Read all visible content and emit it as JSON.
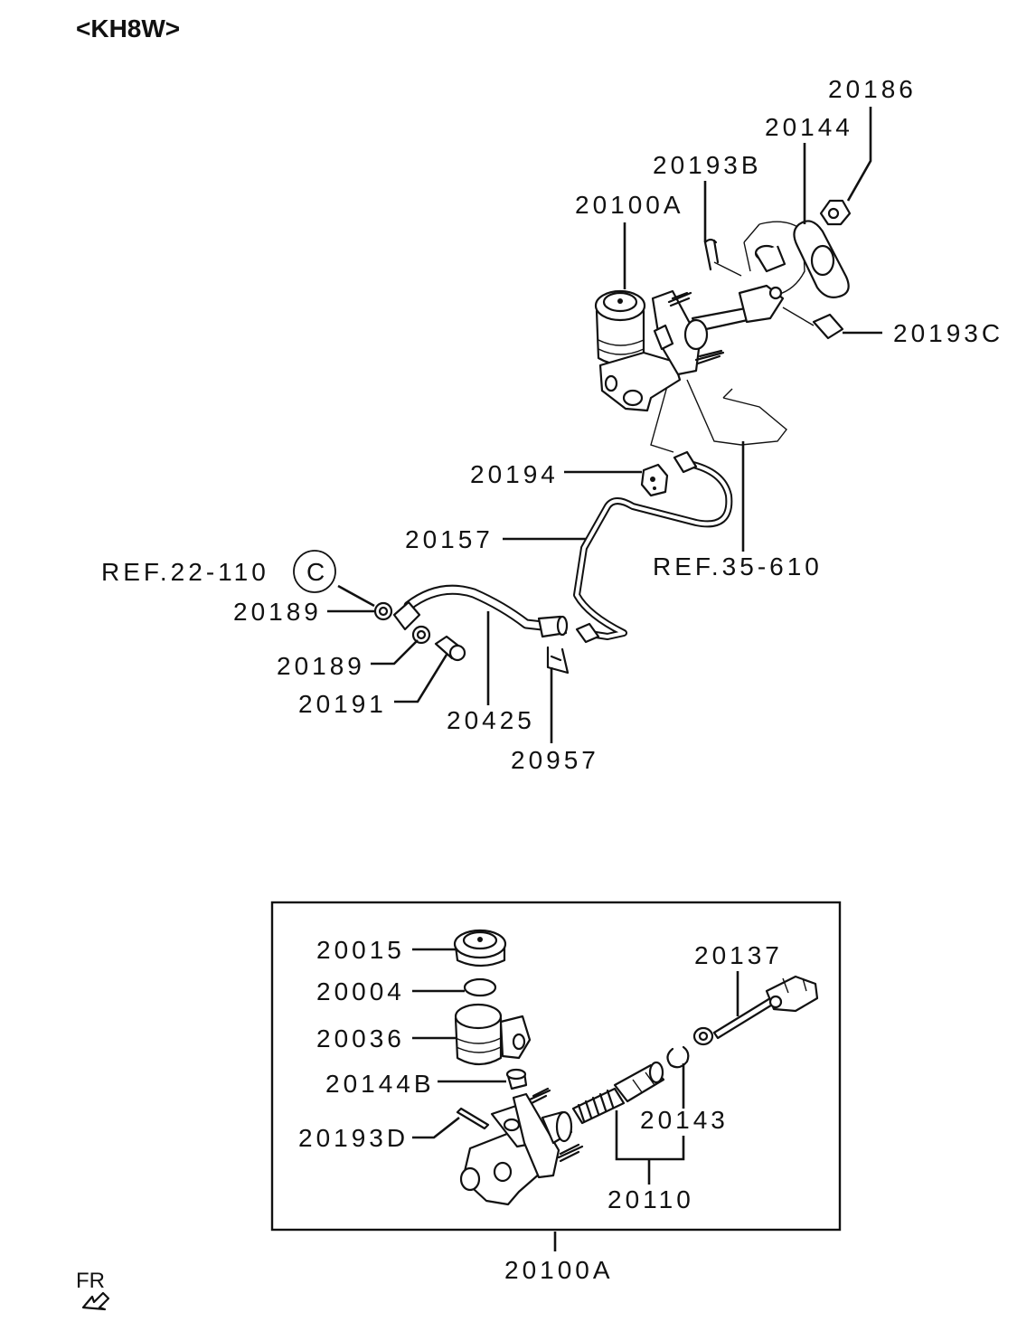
{
  "header": {
    "title": "<KH8W>"
  },
  "labels": {
    "p20186": "20186",
    "p20144": "20144",
    "p20193b": "20193B",
    "p20100a_top": "20100A",
    "p20193c": "20193C",
    "p20194": "20194",
    "p20157": "20157",
    "ref3561": "REF.35-610",
    "ref22110": "REF.22-110",
    "ref_c": "C",
    "p20189_a": "20189",
    "p20189_b": "20189",
    "p20191": "20191",
    "p20425": "20425",
    "p20957": "20957",
    "p20015": "20015",
    "p20004": "20004",
    "p20036": "20036",
    "p20144b": "20144B",
    "p20193d": "20193D",
    "p20137": "20137",
    "p20143": "20143",
    "p20110": "20110",
    "p20100a_bottom": "20100A",
    "fr": "FR"
  },
  "icons": {
    "front_direction": "front-arrow-icon"
  }
}
